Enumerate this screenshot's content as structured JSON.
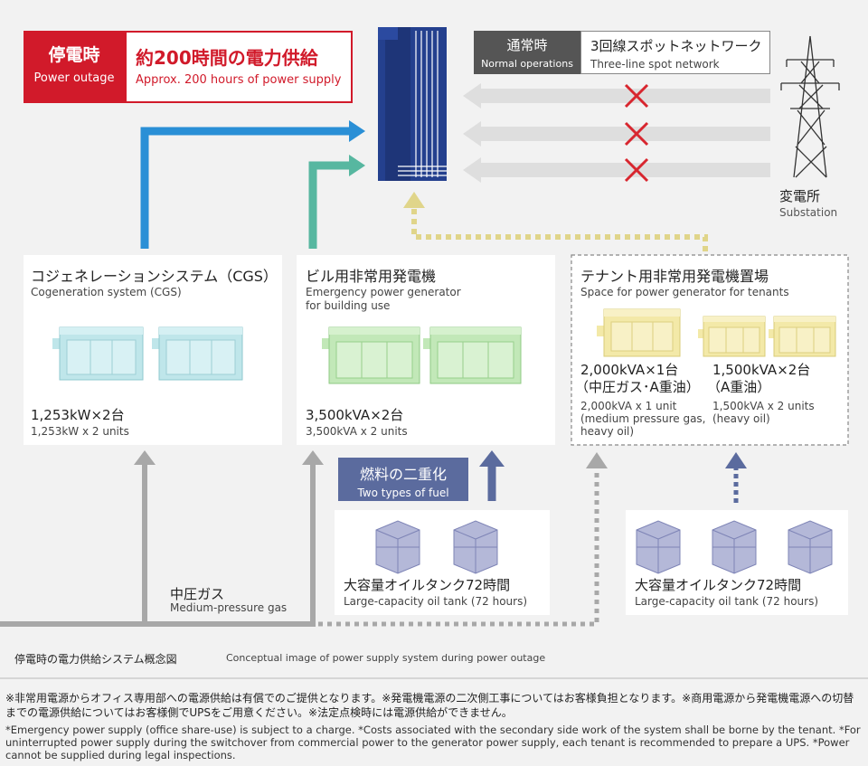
{
  "outage": {
    "badge_ja": "停電時",
    "badge_en": "Power outage",
    "headline_ja": "約200時間の電力供給",
    "headline_en": "Approx. 200 hours of power supply",
    "color": "#d11a2a"
  },
  "normal": {
    "badge_ja": "通常時",
    "badge_en": "Normal operations",
    "desc_ja": "3回線スポットネットワーク",
    "desc_en": "Three-line spot network"
  },
  "substation": {
    "label_ja": "変電所",
    "label_en": "Substation"
  },
  "cgs": {
    "title": "コジェネレーションシステム（CGS）",
    "subtitle": "Cogeneration system (CGS)",
    "capacity_ja": "1,253kW×2台",
    "capacity_en": "1,253kW x 2 units",
    "color": "#bfe6ea"
  },
  "emergency": {
    "title": "ビル用非常用発電機",
    "subtitle_1": "Emergency power generator",
    "subtitle_2": "for building use",
    "capacity_ja": "3,500kVA×2台",
    "capacity_en": "3,500kVA x 2 units",
    "color": "#c2e8b8"
  },
  "tenant": {
    "title": "テナント用非常用発電機置場",
    "subtitle": "Space for power generator for tenants",
    "gen1_ja_1": "2,000kVA×1台",
    "gen1_ja_2": "（中圧ガス･A重油）",
    "gen1_en_1": "2,000kVA x 1 unit",
    "gen1_en_2": "(medium pressure gas,",
    "gen1_en_3": "heavy oil)",
    "gen2_ja_1": "1,500kVA×2台",
    "gen2_ja_2": "（A重油）",
    "gen2_en_1": "1,500kVA x 2 units",
    "gen2_en_2": "(heavy oil)",
    "color": "#f3e9a8"
  },
  "fuel": {
    "badge_ja": "燃料の二重化",
    "badge_en": "Two types of fuel"
  },
  "tank_building": {
    "label_ja": "大容量オイルタンク72時間",
    "label_en": "Large-capacity oil tank (72 hours)"
  },
  "tank_tenant": {
    "label_ja": "大容量オイルタンク72時間",
    "label_en": "Large-capacity oil tank (72 hours)"
  },
  "gas": {
    "label_ja": "中圧ガス",
    "label_en": "Medium-pressure gas"
  },
  "caption": {
    "ja": "停電時の電力供給システム概念図",
    "en": "Conceptual image of power supply system during power outage"
  },
  "notes": {
    "ja": "※非常用電源からオフィス専用部への電源供給は有償でのご提供となります。※発電機電源の二次側工事についてはお客様負担となります。※商用電源から発電機電源への切替までの電源供給についてはお客様側でUPSをご用意ください。※法定点検時には電源供給ができません。",
    "en": "*Emergency power supply (office share-use) is subject to a charge. *Costs associated with the secondary side work of the system shall be borne by the tenant. *For uninterrupted power supply during the switchover from commercial power to the generator power supply, each tenant is recommended to prepare a UPS. *Power cannot be supplied during legal inspections."
  },
  "icons": [
    "building-icon",
    "transmission-tower-icon",
    "generator-icon",
    "oil-tank-icon",
    "cross-icon"
  ]
}
